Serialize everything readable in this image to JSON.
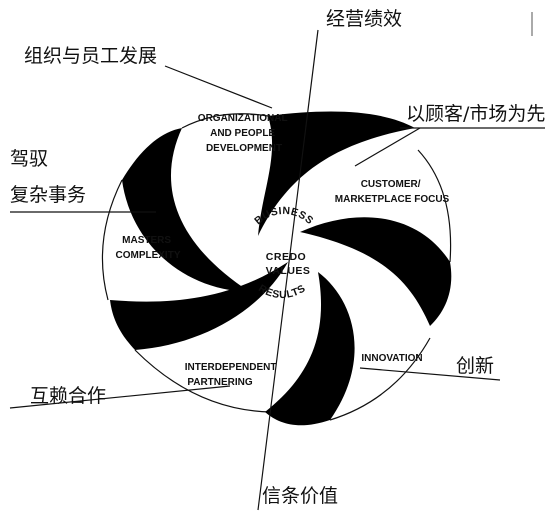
{
  "title_zh": "经营绩效",
  "top_left_zh": "组织与员工发展",
  "right_top_zh": "以顾客/市场为先",
  "left_zh_line1": "驾驭",
  "left_zh_line2": "复杂事务",
  "right_bottom_zh": "创新",
  "left_bottom_zh": "互赖合作",
  "bottom_zh": "信条价值",
  "segments": {
    "org_line1": "ORGANIZATIONAL",
    "org_line2": "AND PEOPLE",
    "org_line3": "DEVELOPMENT",
    "cust_line1": "CUSTOMER/",
    "cust_line2": "MARKETPLACE FOCUS",
    "mast_line1": "MASTERS",
    "mast_line2": "COMPLEXITY",
    "innov": "INNOVATION",
    "inter_line1": "INTERDEPENDENT",
    "inter_line2": "PARTNERING"
  },
  "core": {
    "top": "BUSINESS",
    "mid1": "CREDO",
    "mid2": "VALUES",
    "bottom": "RESULTS"
  }
}
